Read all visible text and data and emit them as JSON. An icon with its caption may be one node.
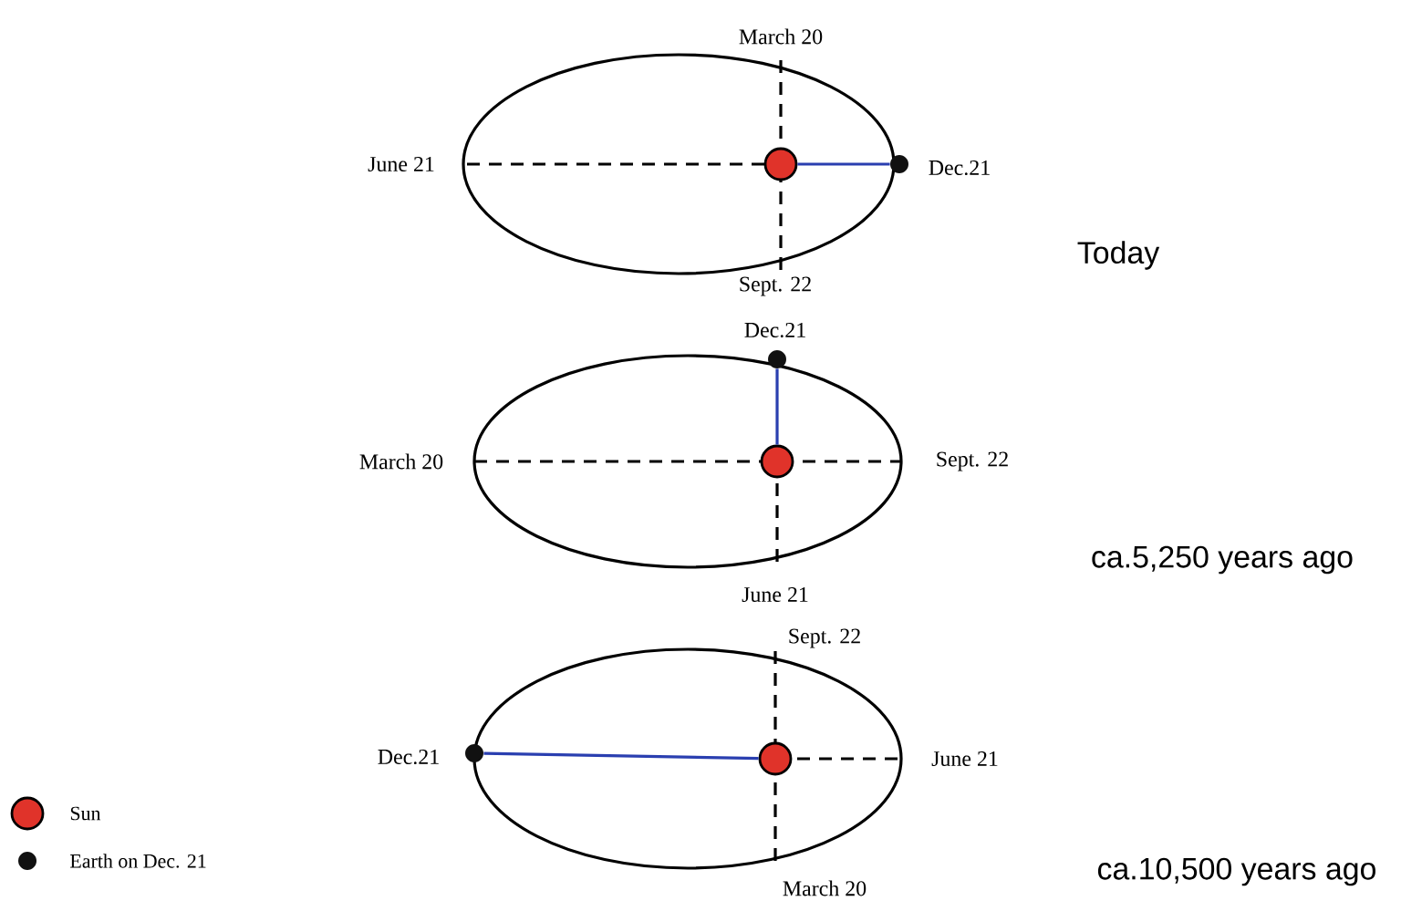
{
  "diagram": {
    "nodes": [
      {
        "text": [],
        "shape": "circle"
      },
      {
        "text": [],
        "shape": "circle",
        "beside": [
          "Dec.21"
        ]
      },
      {
        "text": [],
        "shape": "circle",
        "beside": [
          "Dec.21"
        ]
      },
      {
        "text": [],
        "shape": "circle"
      },
      {
        "text": [],
        "shape": "circle",
        "beside": [
          "Dec.21"
        ]
      },
      {
        "text": [],
        "shape": "circle"
      }
    ],
    "edges": [
      {
        "from": 0,
        "to": 1,
        "arrow": "none"
      },
      {
        "from": 3,
        "to": 2,
        "arrow": "none"
      },
      {
        "from": 5,
        "to": 4,
        "arrow": "none"
      }
    ],
    "labels": [
      "March 20",
      "June 21",
      "Sept. 22",
      "Today",
      "March 20",
      "Sept. 22",
      "June 21",
      "ca.5,250 years ago",
      "Sept. 22",
      "June 21",
      "March 20",
      "ca.10,500 years ago"
    ],
    "legend": [
      {
        "text": "Sun",
        "color": "#e0332a"
      },
      {
        "text": "Earth on Dec. 21",
        "color": "#111111"
      }
    ]
  }
}
